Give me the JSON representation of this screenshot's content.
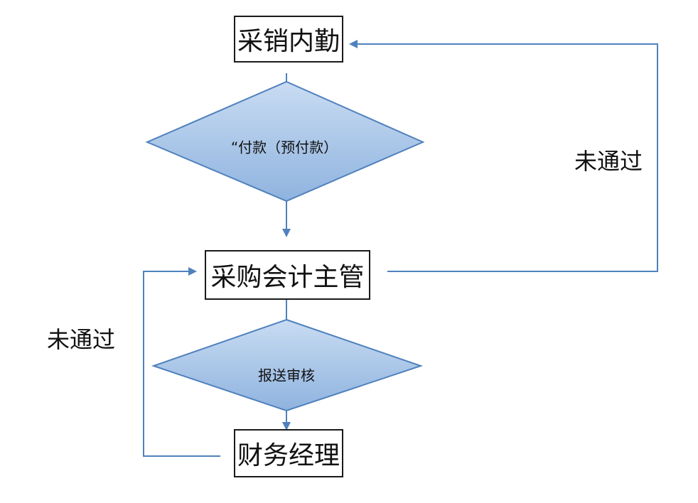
{
  "nodes": {
    "purchase_clerk": "采销内勤",
    "payment_decision": "“付款（预付款）",
    "accounting_supervisor": "采购会计主管",
    "review_decision": "报送审核",
    "finance_manager": "财务经理"
  },
  "edges": {
    "reject_right": "未通过",
    "reject_left": "未通过"
  },
  "colors": {
    "line": "#4f81bd",
    "diamond_fill_light": "#c9dcf2",
    "diamond_fill_dark": "#8fb3df",
    "diamond_stroke": "#4f81bd",
    "box_border": "#1a1a1a"
  }
}
